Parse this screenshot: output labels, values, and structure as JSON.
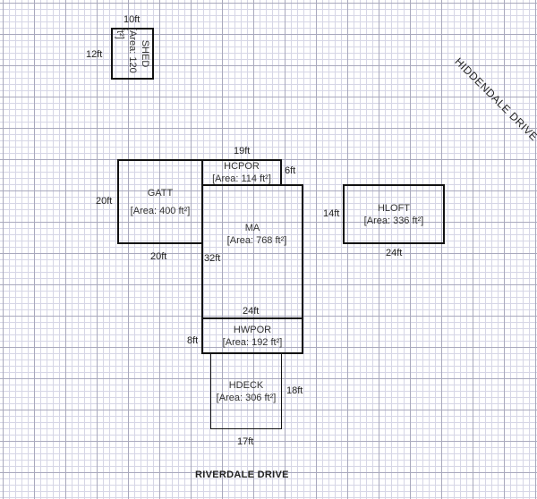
{
  "streets": {
    "bottom": "RIVERDALE DRIVE",
    "diagonal": "HIDDENDALE DRIVE"
  },
  "rooms": {
    "shed": {
      "name": "SHED",
      "area": "[Area: 120 ft²]",
      "width_label": "10ft",
      "height_label": "12ft"
    },
    "gatt": {
      "name": "GATT",
      "area": "[Area: 400 ft²]",
      "width_label": "20ft",
      "height_label": "20ft"
    },
    "hcpor": {
      "name": "HCPOR",
      "area": "[Area: 114 ft²]",
      "width_label": "19ft",
      "height_label": "6ft"
    },
    "ma": {
      "name": "MA",
      "area": "[Area: 768 ft²]",
      "width_label": "24ft",
      "height_label": "32ft"
    },
    "hloft": {
      "name": "HLOFT",
      "area": "[Area: 336 ft²]",
      "width_label": "24ft",
      "height_label": "14ft"
    },
    "hwpor": {
      "name": "HWPOR",
      "area": "[Area: 192 ft²]",
      "height_label": "8ft"
    },
    "hdeck": {
      "name": "HDECK",
      "area": "[Area: 306 ft²]",
      "width_label": "17ft",
      "height_label": "18ft"
    }
  }
}
